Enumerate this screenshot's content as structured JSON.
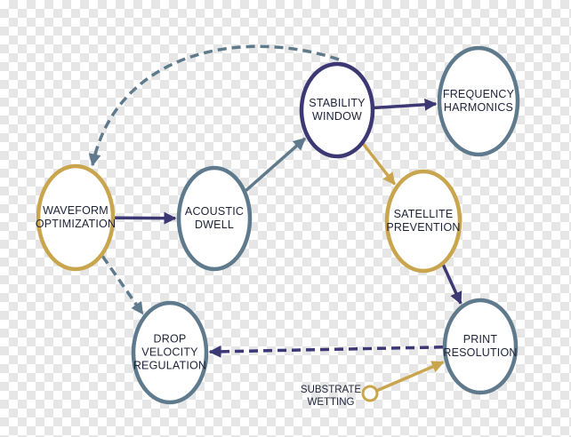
{
  "colors": {
    "navy": "#3b3874",
    "slate": "#5f7a8c",
    "gold": "#c9a64e",
    "text": "#1e2238",
    "node_fill": "#ffffff"
  },
  "nodes": [
    {
      "id": "waveform",
      "label": [
        "WAVEFORM",
        "OPTIMIZATION"
      ],
      "ring": "gold"
    },
    {
      "id": "acoustic",
      "label": [
        "ACOUSTIC",
        "DWELL"
      ],
      "ring": "slate"
    },
    {
      "id": "stability",
      "label": [
        "STABILITY",
        "WINDOW"
      ],
      "ring": "navy"
    },
    {
      "id": "frequency",
      "label": [
        "FREQUENCY",
        "HARMONICS"
      ],
      "ring": "slate"
    },
    {
      "id": "satellite",
      "label": [
        "SATELLITE",
        "PREVENTION"
      ],
      "ring": "gold"
    },
    {
      "id": "print",
      "label": [
        "PRINT",
        "RESOLUTION"
      ],
      "ring": "slate"
    },
    {
      "id": "drop",
      "label": [
        "DROP",
        "VELOCITY",
        "REGULATION"
      ],
      "ring": "slate"
    }
  ],
  "substrate": {
    "id": "substrate",
    "label": [
      "SUBSTRATE",
      "WETTING"
    ],
    "ring": "gold"
  },
  "edges": [
    {
      "from": "waveform",
      "to": "acoustic",
      "color": "navy",
      "style": "solid"
    },
    {
      "from": "acoustic",
      "to": "stability",
      "color": "slate",
      "style": "solid"
    },
    {
      "from": "stability",
      "to": "frequency",
      "color": "navy",
      "style": "solid"
    },
    {
      "from": "stability",
      "to": "satellite",
      "color": "gold",
      "style": "solid"
    },
    {
      "from": "satellite",
      "to": "print",
      "color": "navy",
      "style": "solid"
    },
    {
      "from": "print",
      "to": "drop",
      "color": "navy",
      "style": "dashed"
    },
    {
      "from": "waveform",
      "to": "drop",
      "color": "slate",
      "style": "dashed"
    },
    {
      "from": "stability",
      "to": "waveform",
      "color": "slate",
      "style": "dashed",
      "curved": true
    },
    {
      "from": "substrate",
      "to": "print",
      "color": "gold",
      "style": "solid"
    }
  ]
}
